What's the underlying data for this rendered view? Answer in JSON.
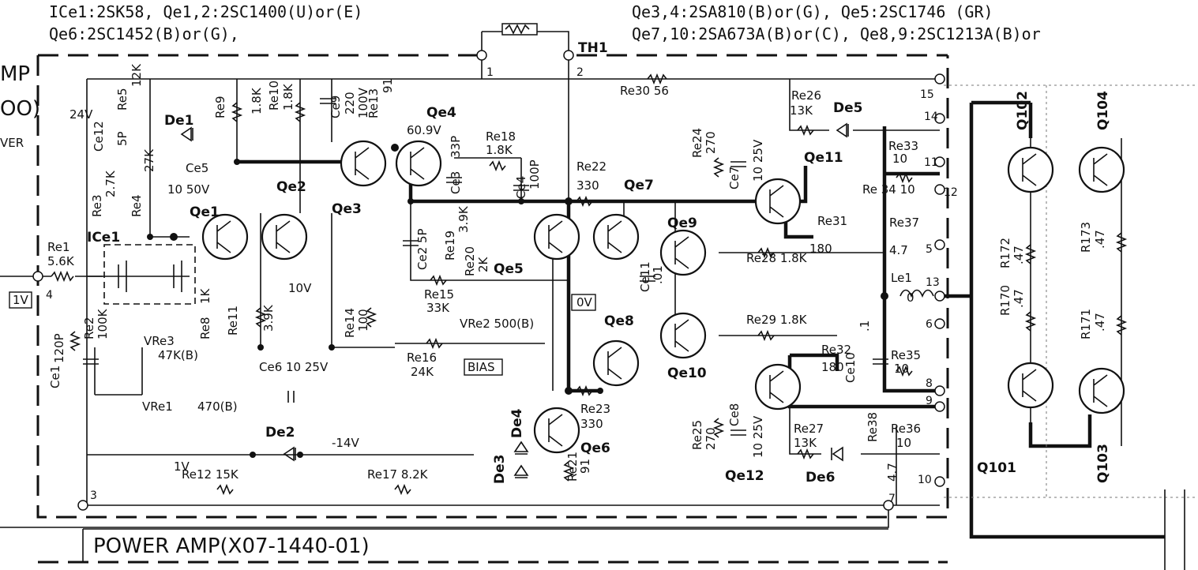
{
  "header": {
    "line1_left": "ICe1:2SK58, Qe1,2:2SC1400(U)or(E)",
    "line2_left": "Qe6:2SC1452(B)or(G),",
    "line1_right": "Qe3,4:2SA810(B)or(G), Qe5:2SC1746 (GR)",
    "line2_right": "Qe7,10:2SA673A(B)or(C), Qe8,9:2SC1213A(B)or"
  },
  "left_edge": {
    "t1": "MP",
    "t2": "OO)",
    "t3": "VER"
  },
  "board_title": "POWER AMP(X07-1440-01)",
  "thermistor": "TH1",
  "transistors": [
    {
      "id": "q1",
      "label": "Qe1"
    },
    {
      "id": "q2",
      "label": "Qe2"
    },
    {
      "id": "q3",
      "label": "Qe3"
    },
    {
      "id": "q4",
      "label": "Qe4"
    },
    {
      "id": "q5",
      "label": "Qe5"
    },
    {
      "id": "q6",
      "label": "Qe6"
    },
    {
      "id": "q7",
      "label": "Qe7"
    },
    {
      "id": "q8",
      "label": "Qe8"
    },
    {
      "id": "q9",
      "label": "Qe9"
    },
    {
      "id": "q10",
      "label": "Qe10"
    },
    {
      "id": "q11",
      "label": "Qe11"
    },
    {
      "id": "q12",
      "label": "Qe12"
    },
    {
      "id": "q101",
      "label": "Q101"
    },
    {
      "id": "q102",
      "label": "Q102"
    },
    {
      "id": "q103",
      "label": "Q103"
    },
    {
      "id": "q104",
      "label": "Q104"
    }
  ],
  "ic": "ICe1",
  "components": {
    "re1": "Re1",
    "re1v": "5.6K",
    "re2": "Re2",
    "re2v": "100K",
    "re3": "Re3",
    "re3v": "2.7K",
    "re4": "Re4",
    "re4v": "27K",
    "re5": "Re5",
    "re5v": "12K",
    "re8": "Re8",
    "re8v": "1K",
    "re9": "Re9",
    "re9v": "1.8K",
    "re10": "Re10",
    "re10v": "1.8K",
    "re11": "Re11",
    "re11v": "3.9K",
    "re13": "Re13",
    "re13v": "91",
    "re14": "Re14",
    "re14v": "100",
    "re15": "Re15",
    "re15v": "33K",
    "re16": "Re16",
    "re16v": "24K",
    "re17": "Re17  8.2K",
    "re12": "Re12  15K",
    "re18": "Re18",
    "re18v": "1.8K",
    "re19": "Re19",
    "re19v": "3.9K",
    "re20": "Re20",
    "re20v": "2K",
    "re21": "Re21",
    "re21v": "91",
    "re22": "Re22",
    "re22v": "330",
    "re23": "Re23",
    "re23v": "330",
    "re24": "Re24",
    "re24v": "270",
    "re25": "Re25",
    "re25v": "270",
    "re26": "Re26",
    "re26v": "13K",
    "re27": "Re27",
    "re27v": "13K",
    "re28": "Re28 1.8K",
    "re29": "Re29 1.8K",
    "re30": "Re30  56",
    "re31": "Re31",
    "re31v": "180",
    "re32": "Re32",
    "re32v": "180",
    "re33": "Re33",
    "re33v": "10",
    "re34": "Re 34 10",
    "re35": "Re35",
    "re35v": "10",
    "re36": "Re36",
    "re36v": "10",
    "re37": "Re37",
    "re37v": "4.7",
    "re38": "Re38",
    "re38v": "4.7",
    "r170": "R170",
    "r170v": ".47",
    "r171": "R171",
    "r171v": ".47",
    "r172": "R172",
    "r172v": ".47",
    "r173": "R173",
    "r173v": ".47",
    "ce1": "Ce1",
    "ce1v": "120P",
    "ce2": "Ce2  5P",
    "ce3": "Ce3",
    "ce3v": "33P",
    "ce4": "Ce4",
    "ce4v": "100P",
    "ce5": "Ce5",
    "ce5v": "10  50V",
    "ce6": "Ce6 10 25V",
    "ce7": "Ce7",
    "ce7v": "10 25V",
    "ce8": "Ce8",
    "ce8v": "10 25V",
    "ce9": "Ce9",
    "ce9v": "220",
    "ce9v2": "100V",
    "ce10": "Ce10",
    "ce10v": ".1",
    "ce11": "Ce11",
    "ce11v": ".01",
    "ce12": "Ce12",
    "ce12v": "5P",
    "de1": "De1",
    "de2": "De2",
    "de3": "De3",
    "de4": "De4",
    "de5": "De5",
    "de6": "De6",
    "vre1": "VRe1",
    "vre1v": "470(B)",
    "vre2": "VRe2  500(B)",
    "vre3": "VRe3",
    "vre3v": "47K(B)",
    "le1": "Le1",
    "le1v": "0"
  },
  "voltages": {
    "v24": "24V",
    "v609": "60.9V",
    "v10": "10V",
    "v0": "0V",
    "v1": "1V",
    "vm14": "-14V",
    "vin": "1V",
    "bias": "BIAS"
  },
  "pins": [
    "1",
    "2",
    "3",
    "4",
    "5",
    "6",
    "7",
    "8",
    "9",
    "10",
    "11",
    "12",
    "13",
    "14",
    "15"
  ]
}
